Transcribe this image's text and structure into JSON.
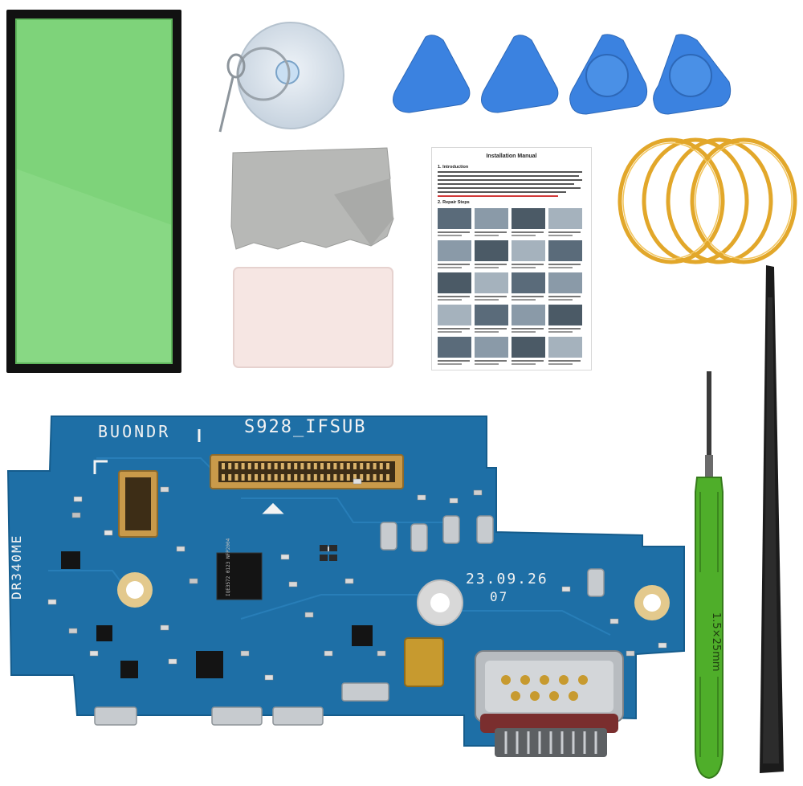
{
  "colors": {
    "pcb_blue": "#1e6fa6",
    "adhesive_green": "#7ed37a",
    "pry_tool_blue": "#3b82e0",
    "tape_orange": "#e2a72a",
    "screwdriver_green": "#4fae2a",
    "spudger_black": "#1b1b1b"
  },
  "pcb": {
    "model_label": "S928_IFSUB",
    "brand_label": "BUONDR",
    "date_label": "23.09.26",
    "revision_label": "07",
    "side_label": "DR340ME",
    "chip_label": "IQE3572 0123 NFP2004"
  },
  "manual": {
    "title": "Installation Manual",
    "section1": "1. Introduction",
    "section2": "2. Repair Steps"
  },
  "screwdriver": {
    "size_label": "1.5×25mm"
  },
  "items": [
    "adhesive-sticker",
    "suction-cup",
    "sim-eject-pin",
    "pry-picks",
    "cleaning-cloth",
    "alcohol-wipe-pad",
    "installation-manual",
    "adhesive-tape-rolls",
    "charging-port-board",
    "screwdriver",
    "spudger"
  ]
}
